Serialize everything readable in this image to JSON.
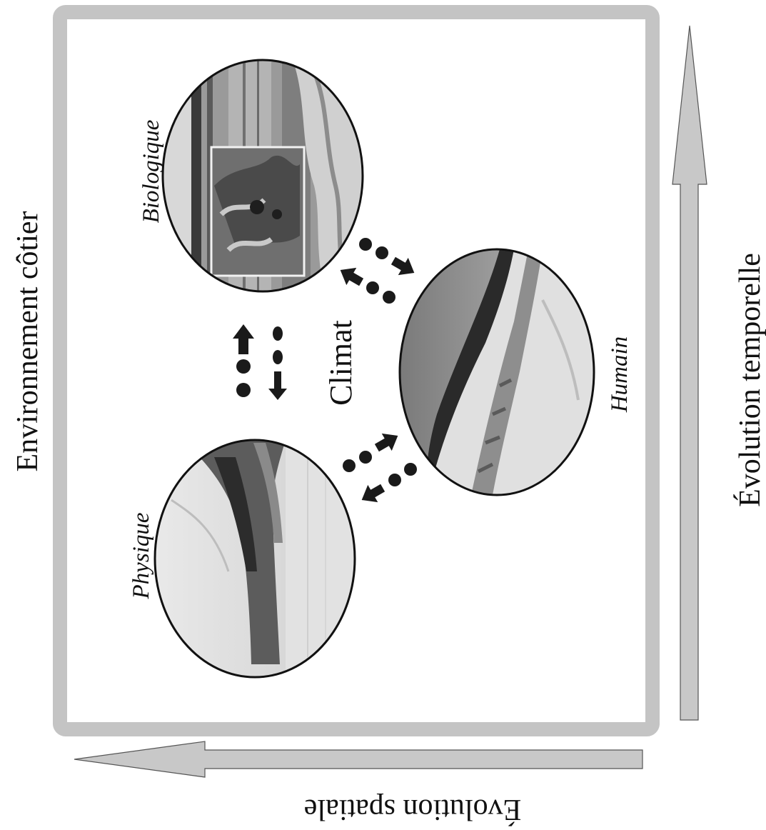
{
  "diagram": {
    "frame_title": "Environnement côtier",
    "center_label": "Climat",
    "temporal_axis_label": "Évolution temporelle",
    "spatial_axis_label": "Évolution spatiale",
    "nodes": {
      "physique": {
        "label": "Physique",
        "photo": "coastal-cliff-photo"
      },
      "biologique": {
        "label": "Biologique",
        "photo": "shoreline-vegetation-photo"
      },
      "humain": {
        "label": "Humain",
        "photo": "riprap-seawall-photo"
      }
    },
    "colors": {
      "frame": "#c4c4c4",
      "axis_arrow_fill": "#c8c8c8",
      "connector": "#1a1a1a"
    }
  }
}
